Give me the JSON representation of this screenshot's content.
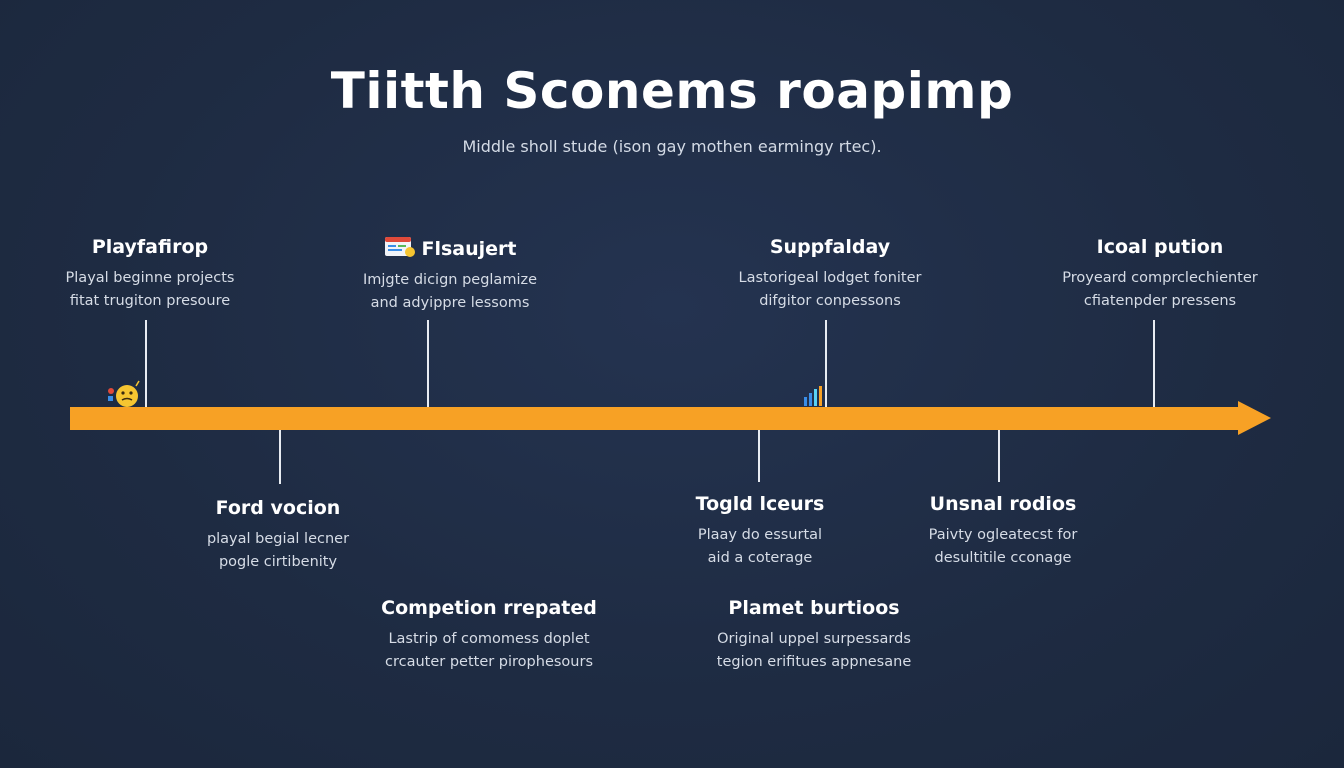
{
  "header": {
    "title": "Tiitth Sconems roapimp",
    "subtitle": "Middle sholl stude (ison gay mothen earmingy rtec)."
  },
  "colors": {
    "background": "#1f2d45",
    "arrow": "#f7a125",
    "text": "#ffffff",
    "muted_text": "#d6dce6"
  },
  "milestones_above": [
    {
      "title": "Playfafirop",
      "desc1": "Playal beginne projects",
      "desc2": "fitat trugiton presoure"
    },
    {
      "title": "Flsaujert",
      "desc1": "Imjgte dicign peglamize",
      "desc2": "and adyippre lessoms",
      "icon": "document-icon"
    },
    {
      "title": "Suppfalday",
      "desc1": "Lastorigeal lodget foniter",
      "desc2": "difgitor conpessons"
    },
    {
      "title": "Icoal pution",
      "desc1": "Proyeard comprclechienter",
      "desc2": "cfiatenpder pressens"
    }
  ],
  "milestones_below": [
    {
      "title": "Ford vocion",
      "desc1": "playal begial lecner",
      "desc2": "pogle cirtibenity"
    },
    {
      "title": "Togld lceurs",
      "desc1": "Plaay do essurtal",
      "desc2": "aid a coterage"
    },
    {
      "title": "Unsnal rodios",
      "desc1": "Paivty ogleatecst for",
      "desc2": "desultitile cconage"
    }
  ],
  "milestones_bottom": [
    {
      "title": "Competion rrepated",
      "desc1": "Lastrip of comomess doplet",
      "desc2": "crcauter petter pirophesours"
    },
    {
      "title": "Plamet burtioos",
      "desc1": "Original uppel surpessards",
      "desc2": "tegion erifitues appnesane"
    }
  ],
  "icons": {
    "start_marker": "face-icon",
    "mid_marker": "bar-chart-icon"
  }
}
